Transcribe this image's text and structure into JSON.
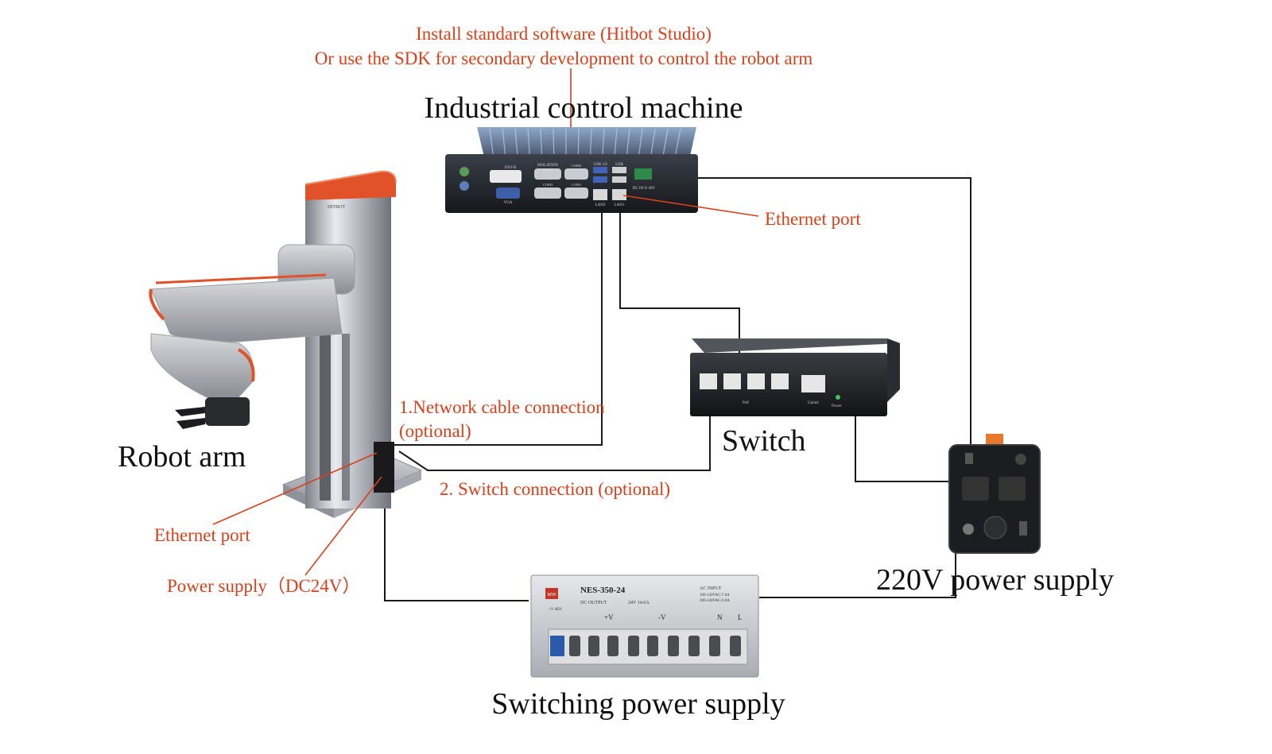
{
  "note": {
    "line1": "Install standard software (Hitbot Studio)",
    "line2": "Or use the SDK for secondary development to control the robot arm"
  },
  "components": {
    "industrial_pc": "Industrial control machine",
    "robot_arm": "Robot arm",
    "switch": "Switch",
    "power_220": "220V power supply",
    "switching_psu": "Switching power supply"
  },
  "callouts": {
    "pc_ethernet": "Ethernet port",
    "arm_ethernet": "Ethernet port",
    "arm_power": "Power supply（DC24V）",
    "conn1_line1": "1.Network cable connection",
    "conn1_line2": "(optional)",
    "conn2": "2. Switch connection (optional)"
  },
  "device_text": {
    "psu_model": "NES-350-24",
    "psu_dc_output": "DC OUTPUT",
    "psu_rating": "24V 14.6A",
    "psu_ac_input": "AC INPUT",
    "psu_ac_range1": "100-120VAC/7.0A",
    "psu_ac_range2": "200-240VAC/4.0A",
    "psu_plus_v": "+V",
    "psu_minus_v": "-V",
    "psu_n": "N",
    "psu_l": "L",
    "psu_adj": "+V ADJ",
    "psu_brand": "MW",
    "switch_uplink": "Uplink",
    "switch_power": "Power",
    "switch_poe": "PoE",
    "pc_lan1": "LAN1",
    "pc_lan2": "LAN2",
    "pc_usb3": "USB 3.0",
    "pc_usb": "USB",
    "pc_vga": "VGA",
    "pc_dvi": "DVI-D",
    "pc_isolation": "ISOLATION",
    "pc_com1": "COM1",
    "pc_com2": "COM2",
    "pc_com3": "COM3",
    "pc_com4": "COM4",
    "pc_dc_in": "DC IN 9~36V",
    "arm_brand": "HITBOT"
  },
  "colors": {
    "label_red": "#d9401a",
    "arm_orange": "#e2522a",
    "wire": "#1a1a1a"
  }
}
